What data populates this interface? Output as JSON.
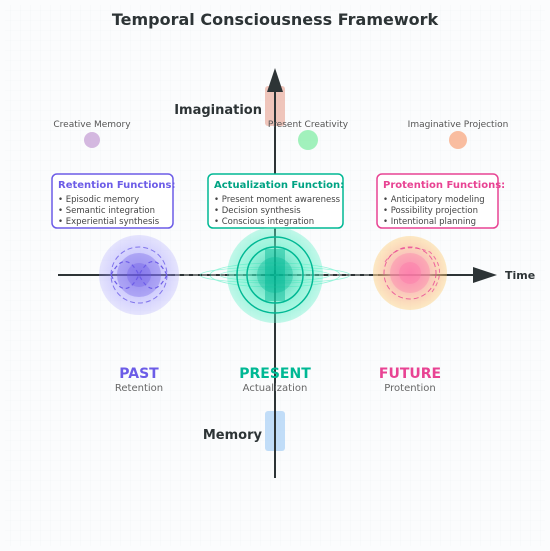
{
  "title": "Temporal Consciousness Framework",
  "axes": {
    "time_label": "Time",
    "imagination_label": "Imagination",
    "memory_label": "Memory"
  },
  "top_labels": {
    "creative_memory": "Creative Memory",
    "present_creativity": "Present Creativity",
    "imaginative_projection": "Imaginative Projection"
  },
  "boxes": {
    "retention": {
      "title": "Retention Functions:",
      "items": [
        "• Episodic memory",
        "• Semantic integration",
        "• Experiential synthesis"
      ]
    },
    "actualization": {
      "title": "Actualization Function:",
      "items": [
        "• Present moment awareness",
        "• Decision synthesis",
        "• Conscious integration"
      ]
    },
    "protention": {
      "title": "Protention Functions:",
      "items": [
        "• Anticipatory modeling",
        "• Possibility projection",
        "• Intentional planning"
      ]
    }
  },
  "phases": {
    "past": {
      "label": "PAST",
      "sub": "Retention"
    },
    "present": {
      "label": "PRESENT",
      "sub": "Actualization"
    },
    "future": {
      "label": "FUTURE",
      "sub": "Protention"
    }
  },
  "colors": {
    "past": "#6c5ce7",
    "present": "#00b894",
    "future": "#e84393",
    "future_fill": "#fab1a0",
    "creative_memory_dot": "#c39bd3",
    "present_creativity_dot": "#7bed9f",
    "projection_dot": "#f8a880",
    "imagination_bar": "#e8a090",
    "memory_bar": "#a8d0f5",
    "axis": "#2d3436"
  }
}
